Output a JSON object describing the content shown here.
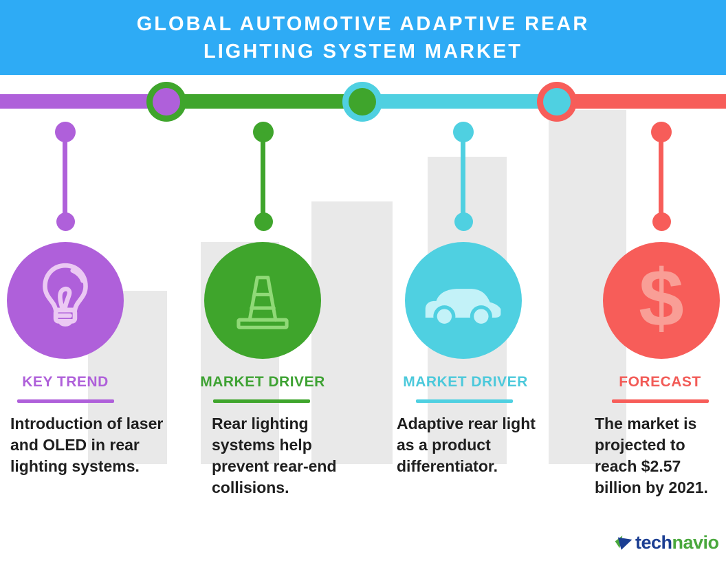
{
  "header": {
    "title_line1": "GLOBAL AUTOMOTIVE ADAPTIVE REAR",
    "title_line2": "LIGHTING SYSTEM MARKET",
    "background_color": "#2EABF5",
    "text_color": "#FFFFFF"
  },
  "timeline": {
    "segment_colors": [
      "#AF60DA",
      "#3FA52C",
      "#4FD0E1",
      "#F75D59"
    ],
    "junctions": [
      {
        "outer_color": "#3FA52C",
        "inner_color": "#AF60DA"
      },
      {
        "outer_color": "#4FD0E1",
        "inner_color": "#3FA52C"
      },
      {
        "outer_color": "#F75D59",
        "inner_color": "#4FD0E1"
      }
    ]
  },
  "columns": [
    {
      "label": "KEY TREND",
      "icon": "lightbulb-icon",
      "color": "#AF60DA",
      "icon_tint": "#EBC9F3",
      "description_lines": [
        "Introduction of laser",
        "and OLED in rear",
        "lighting systems."
      ]
    },
    {
      "label": "MARKET DRIVER",
      "icon": "traffic-cone-icon",
      "color": "#3FA52C",
      "icon_tint": "#90D977",
      "description_lines": [
        "Rear lighting",
        "systems help",
        "prevent rear-end",
        "collisions."
      ]
    },
    {
      "label": "MARKET DRIVER",
      "icon": "car-icon",
      "color": "#4FD0E1",
      "icon_tint": "#C3F2F8",
      "description_lines": [
        "Adaptive rear light",
        "as a product",
        "differentiator."
      ]
    },
    {
      "label": "FORECAST",
      "icon": "dollar-icon",
      "color": "#F75D59",
      "icon_tint": "#F99E96",
      "dollar_symbol": "$",
      "description_lines": [
        "The market is",
        "projected to",
        "reach $2.57",
        "billion by 2021."
      ]
    }
  ],
  "background_bars_color": "#E9E9E9",
  "body_text_color": "#1F1F1F",
  "logo": {
    "brand_part1": "tech",
    "brand_part2": "navio",
    "part1_color": "#1B3E92",
    "part2_color": "#4AA83D"
  }
}
